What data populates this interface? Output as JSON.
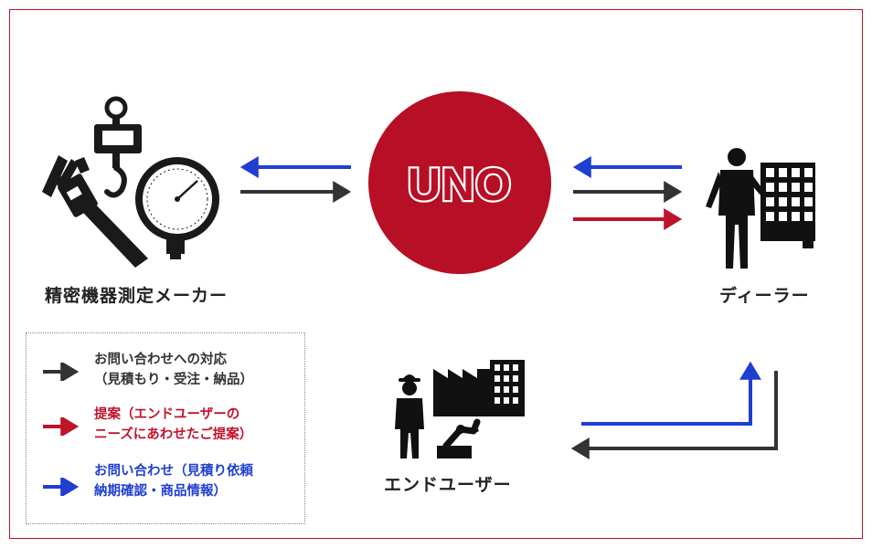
{
  "center": {
    "brand": "UNO"
  },
  "nodes": {
    "manufacturer": "精密機器測定メーカー",
    "dealer": "ディーラー",
    "end_user": "エンドユーザー"
  },
  "legend": [
    {
      "line1": "お問い合わせへの対応",
      "line2": "（見積もり・受注・納品）",
      "color": "#333333"
    },
    {
      "line1": "提案（エンドユーザーの",
      "line2": "ニーズにあわせたご提案）",
      "color": "#c0142a"
    },
    {
      "line1": "お問い合わせ（見積り依頼",
      "line2": "納期確認・商品情報）",
      "color": "#1f3fd0"
    }
  ],
  "colors": {
    "black": "#333333",
    "red": "#c0142a",
    "blue": "#1f3fd0",
    "circle": "#b70f25"
  }
}
